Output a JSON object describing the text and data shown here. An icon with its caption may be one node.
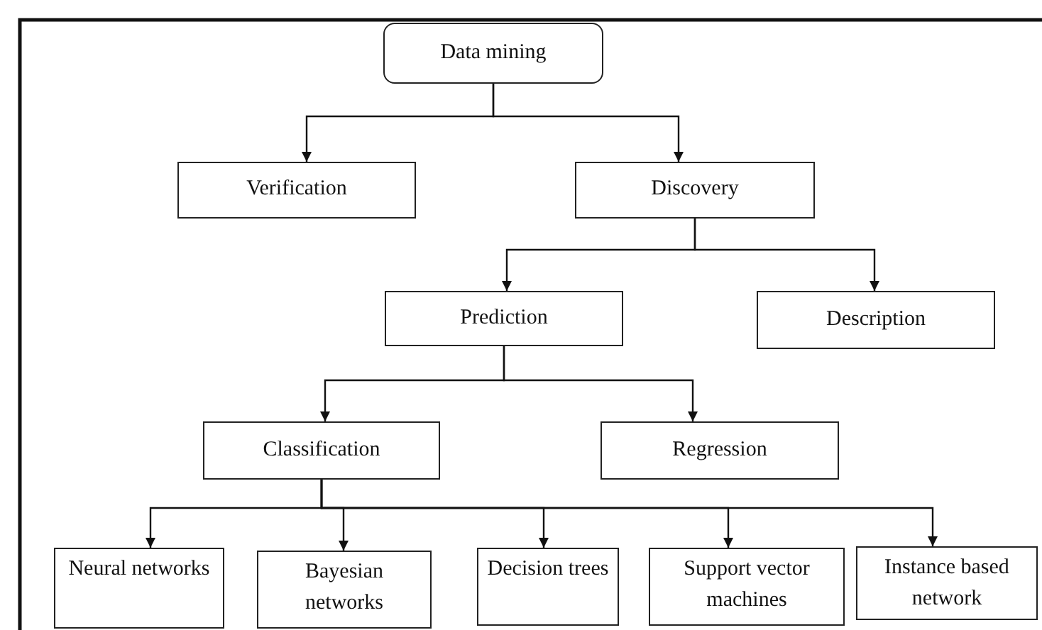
{
  "diagram": {
    "nodes": [
      {
        "text": [
          "Data mining"
        ]
      },
      {
        "text": [
          "Verification"
        ]
      },
      {
        "text": [
          "Discovery"
        ]
      },
      {
        "text": [
          "Prediction"
        ]
      },
      {
        "text": [
          "Description"
        ]
      },
      {
        "text": [
          "Classification"
        ]
      },
      {
        "text": [
          "Regression"
        ]
      },
      {
        "text": [
          "Neural networks"
        ]
      },
      {
        "text": [
          "Bayesian networks"
        ]
      },
      {
        "text": [
          "Decision trees"
        ]
      },
      {
        "text": [
          "Support vector machines"
        ]
      },
      {
        "text": [
          "Instance based network"
        ]
      }
    ],
    "edges": [
      {
        "from": 0,
        "to": 1,
        "arrow": "to"
      },
      {
        "from": 0,
        "to": 2,
        "arrow": "to"
      },
      {
        "from": 2,
        "to": 3,
        "arrow": "to"
      },
      {
        "from": 2,
        "to": 4,
        "arrow": "to"
      },
      {
        "from": 3,
        "to": 5,
        "arrow": "to"
      },
      {
        "from": 3,
        "to": 6,
        "arrow": "to"
      },
      {
        "from": 5,
        "to": 7,
        "arrow": "to"
      },
      {
        "from": 5,
        "to": 8,
        "arrow": "to"
      },
      {
        "from": 5,
        "to": 9,
        "arrow": "to"
      },
      {
        "from": 5,
        "to": 10,
        "arrow": "to"
      },
      {
        "from": 5,
        "to": 11,
        "arrow": "to"
      }
    ]
  }
}
